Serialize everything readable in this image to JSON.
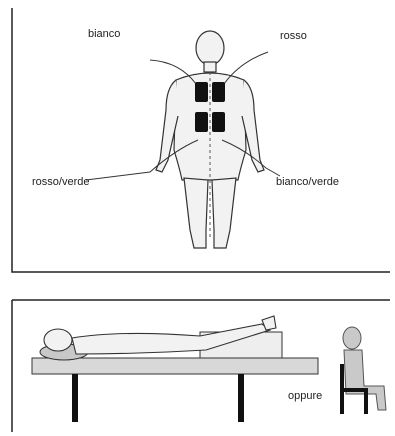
{
  "top_panel": {
    "labels": {
      "left_shoulder": "bianco",
      "right_shoulder": "rosso",
      "left_hand": "rosso/verde",
      "right_hand": "bianco/verde"
    }
  },
  "bottom_panel": {
    "labels": {
      "alternative": "oppure"
    }
  },
  "colors": {
    "line": "#222222",
    "figure_fill": "#f2f2f2",
    "electrode": "#111111",
    "bed_fill": "#d8d8d8",
    "pillow_fill": "#c8c8c8",
    "sit_figure": "#c9c9c9"
  }
}
